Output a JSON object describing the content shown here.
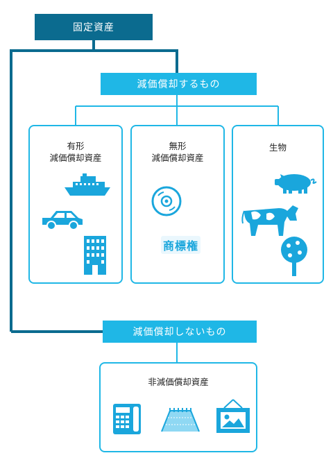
{
  "top_label": "固定資産",
  "depreciable_label": "減価償却するもの",
  "nondepreciable_label": "減価償却しないもの",
  "tangible": {
    "line1": "有形",
    "line2": "減価償却資産"
  },
  "intangible": {
    "line1": "無形",
    "line2": "減価償却資産",
    "trademark": "商標権"
  },
  "biological": {
    "title": "生物"
  },
  "nondepreciable_card": {
    "title": "非減価償却資産"
  },
  "colors": {
    "dark_teal": "#0b6b8f",
    "cyan": "#1fb7e6",
    "icon": "#1aa6dc"
  },
  "icons": {
    "tangible": [
      "ship-icon",
      "car-icon",
      "building-icon"
    ],
    "intangible": [
      "cd-icon",
      "trademark-icon"
    ],
    "biological": [
      "pig-icon",
      "cow-icon",
      "fruit-tree-icon"
    ],
    "nondepreciable": [
      "telephone-icon",
      "land-icon",
      "painting-icon"
    ]
  }
}
